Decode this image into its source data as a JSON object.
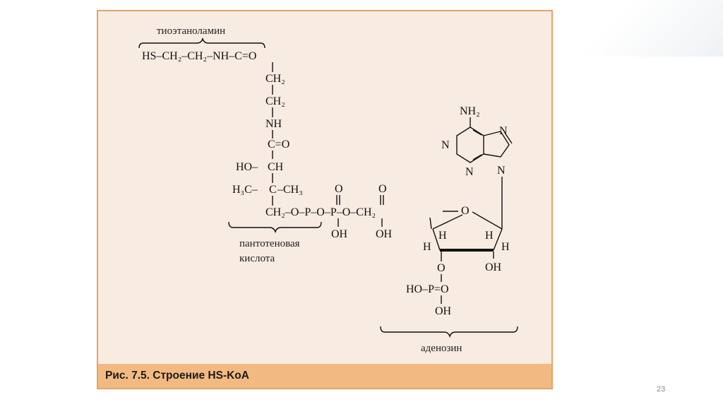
{
  "caption": "Рис. 7.5. Строение HS-KoA",
  "slide_number": "23",
  "labels": {
    "thioethanolamine": "тиоэтаноламин",
    "pantothenic_line1": "пантотеновая",
    "pantothenic_line2": "кислота",
    "adenosine": "аденозин"
  },
  "formula": {
    "top_chain": "HS–CH₂–CH₂–NH–C=O",
    "ch2_a": "CH₂",
    "ch2_b": "CH₂",
    "nh": "NH",
    "co": "C=O",
    "ho": "HO–",
    "ch": "CH",
    "h3c": "H₃C–",
    "c_quat": "C",
    "ch3": "–CH₃",
    "linker": "CH₂–O–P–O–P–O–CH₂",
    "o_top1": "O",
    "o_top2": "O",
    "oh1": "OH",
    "oh2": "OH",
    "nh2": "NH₂",
    "n1": "N",
    "n3": "N",
    "n7": "N",
    "n9": "N",
    "ring_o": "O",
    "h1": "H",
    "h2": "H",
    "h3": "H",
    "h4": "H",
    "oh_ribose": "OH",
    "o_phos": "O",
    "phosphate": "HO–P=O",
    "oh_phos": "OH"
  }
}
